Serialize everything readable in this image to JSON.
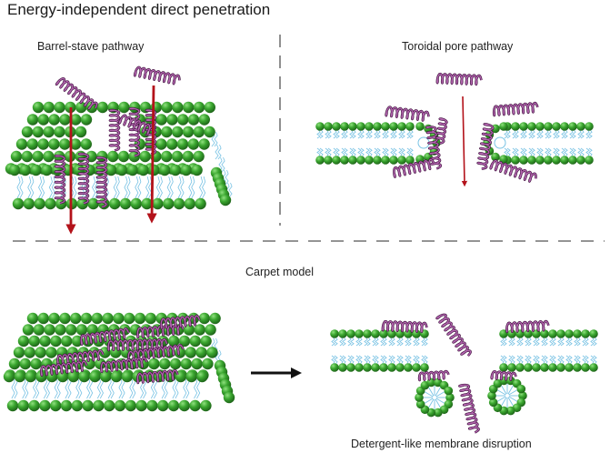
{
  "title": "Energy-independent direct penetration",
  "panels": {
    "barrel_stave": "Barrel-stave pathway",
    "toroidal_pore": "Toroidal pore pathway",
    "carpet": "Carpet model",
    "detergent": "Detergent-like membrane disruption"
  },
  "colors": {
    "lipid_head": "#3aa62f",
    "lipid_tail": "#7ac3e4",
    "peptide": "#8a2f86",
    "arrow_red": "#b3121a",
    "arrow_black": "#111111",
    "divider": "#555555"
  }
}
